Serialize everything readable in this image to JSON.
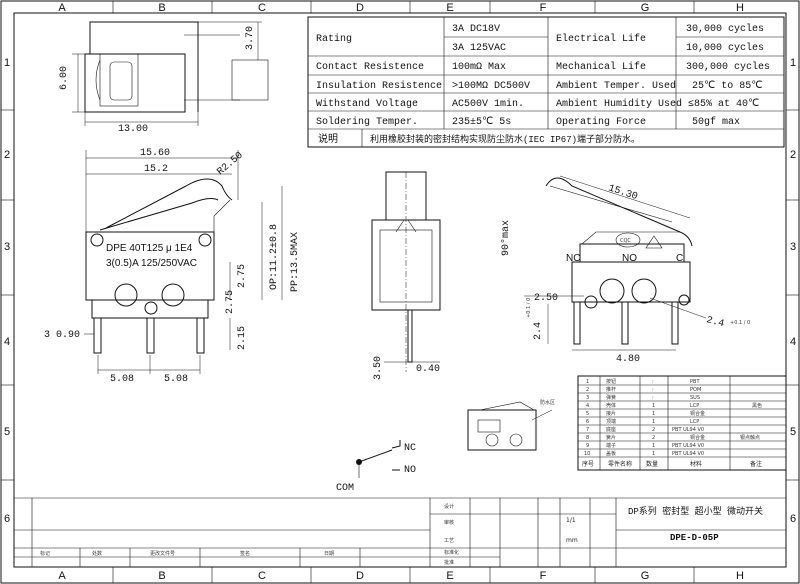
{
  "grid": {
    "columns": [
      "A",
      "B",
      "C",
      "D",
      "E",
      "F",
      "G",
      "H"
    ],
    "rows": [
      "1",
      "2",
      "3",
      "4",
      "5",
      "6"
    ]
  },
  "spec_table": {
    "rows": [
      {
        "param": "Rating",
        "value": [
          "3A  DC18V",
          "3A  125VAC"
        ],
        "param2": "Electrical Life",
        "value2": [
          "30,000 cycles",
          "10,000 cycles"
        ]
      },
      {
        "param": "Contact Resistence",
        "value": [
          "100mΩ Max"
        ],
        "param2": "Mechanical Life",
        "value2": [
          "300,000 cycles"
        ]
      },
      {
        "param": "Insulation Resistence",
        "value": [
          ">100MΩ DC500V"
        ],
        "param2": "Ambient Temper. Used",
        "value2": [
          "25℃ to 85℃"
        ]
      },
      {
        "param": "Withstand Voltage",
        "value": [
          "AC500V  1min."
        ],
        "param2": "Ambient Humidity Used",
        "value2": [
          "≤85% at 40℃"
        ]
      },
      {
        "param": "Soldering Temper.",
        "value": [
          "235±5℃ 5s"
        ],
        "param2": "Operating Force",
        "value2": [
          "50gf max"
        ]
      }
    ],
    "note_label": "说明",
    "note_text": "利用橡胶封装的密封结构实现防尘防水(IEC IP67)端子部分防水。"
  },
  "dims": {
    "top_height": "6.00",
    "top_width": "13.00",
    "top_depth": "3.70",
    "front_overall": "15.60",
    "front_body": "15.2",
    "front_radius": "R2.50",
    "front_op": "OP:11.2±0.8",
    "front_pp": "PP:13.5MAX",
    "front_h1": "2.75",
    "front_h2": "2.15",
    "pin_pitch_a": "5.08",
    "pin_pitch_b": "5.08",
    "pin_width": "3  0.90",
    "side_pin": "3.50",
    "side_thick": "0.40",
    "right_lever": "15.30",
    "right_hole": "2.50",
    "right_pitch": "4.80",
    "right_pin": "2.4",
    "right_pin_tol": "+0.1 / 0",
    "right_hole2": "2.4",
    "right_hole2_tol": "+0.1 / 0",
    "right_angle": "90°max"
  },
  "body_marks": {
    "line1": "DPE 40T125 μ 1E4",
    "line2": "3(0.5)A 125/250VAC",
    "nc": "NC",
    "no": "NO",
    "c": "C",
    "cqc": "CQC"
  },
  "schematic": {
    "com": "COM",
    "nc": "NC",
    "no": "NO"
  },
  "bom": {
    "header": [
      "序号",
      "零件名称",
      "数量",
      "材料",
      "备注"
    ],
    "rows": [
      [
        "1",
        "按钮",
        ":",
        "PBT",
        ""
      ],
      [
        "2",
        "推杆",
        ":",
        "POM",
        ""
      ],
      [
        "3",
        "弹簧",
        ":",
        "SUS",
        ""
      ],
      [
        "4",
        "壳体",
        "1",
        "LCP",
        "黑色"
      ],
      [
        "5",
        "接片",
        "1",
        "铜合金",
        ""
      ],
      [
        "6",
        "顶端",
        "1",
        "LCP",
        ""
      ],
      [
        "7",
        "底座",
        "2",
        "PBT UL94 V0",
        ""
      ],
      [
        "8",
        "簧片",
        "2",
        "铜合金",
        "银点触点"
      ],
      [
        "9",
        "端子",
        "1",
        "PBT UL94 V0",
        ""
      ],
      [
        "10",
        "盖板",
        "1",
        "PBT UL94 V0",
        ""
      ]
    ],
    "callout": "防水区"
  },
  "title_block": {
    "series": "DP系列 密封型 超小型 微动开关",
    "part_no": "DPE-D-05P",
    "sheet": "1/1",
    "scale": "mm",
    "row_labels": [
      "标记",
      "处数",
      "更改文件号",
      "签名",
      "日期"
    ],
    "approvals": [
      "设计",
      "审核",
      "工艺",
      "标准化",
      "批准"
    ]
  }
}
